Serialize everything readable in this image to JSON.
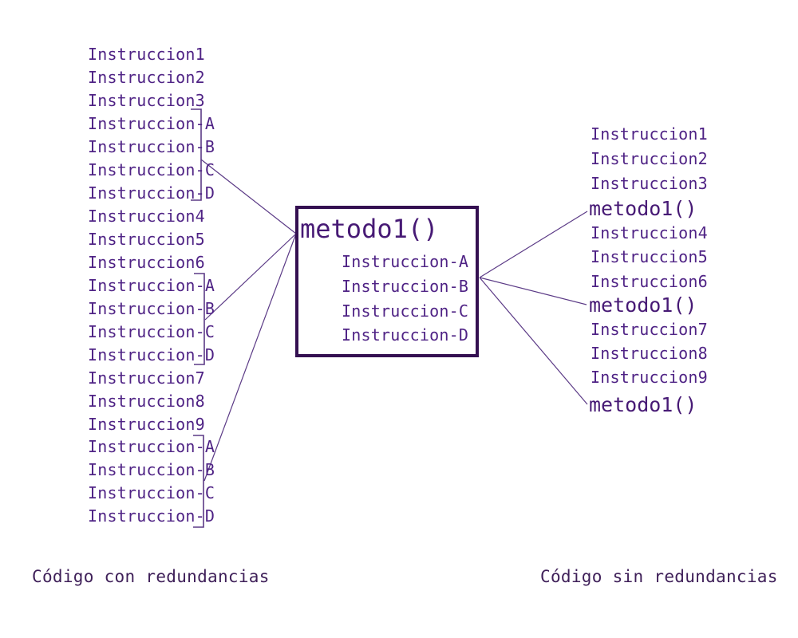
{
  "left_column": {
    "items": [
      "Instruccion1",
      "Instruccion2",
      "Instruccion3",
      "Instruccion-A",
      "Instruccion-B",
      "Instruccion-C",
      "Instruccion-D",
      "Instruccion4",
      "Instruccion5",
      "Instruccion6",
      "Instruccion-A",
      "Instruccion-B",
      "Instruccion-C",
      "Instruccion-D",
      "Instruccion7",
      "Instruccion8",
      "Instruccion9",
      "Instruccion-A",
      "Instruccion-B",
      "Instruccion-C",
      "Instruccion-D"
    ],
    "redundant_groups": 3
  },
  "method_box": {
    "title": "metodo1()",
    "body": [
      "Instruccion-A",
      "Instruccion-B",
      "Instruccion-C",
      "Instruccion-D"
    ]
  },
  "right_column": {
    "items": [
      "Instruccion1",
      "Instruccion2",
      "Instruccion3",
      "metodo1()",
      "Instruccion4",
      "Instruccion5",
      "Instruccion6",
      "metodo1()",
      "Instruccion7",
      "Instruccion8",
      "Instruccion9",
      "metodo1()"
    ],
    "method_calls": 3
  },
  "connections": {
    "left_bracket_groups_to_box": 3,
    "box_to_method_calls": 3
  },
  "captions": {
    "left": "Código con redundancias",
    "right": "Código sin redundancias"
  },
  "colors": {
    "text": "#4f2385",
    "method_text": "#471a75",
    "box_border": "#341051",
    "caption": "#3f2059",
    "connector_line": "#5b3a86",
    "background": "#ffffff"
  }
}
